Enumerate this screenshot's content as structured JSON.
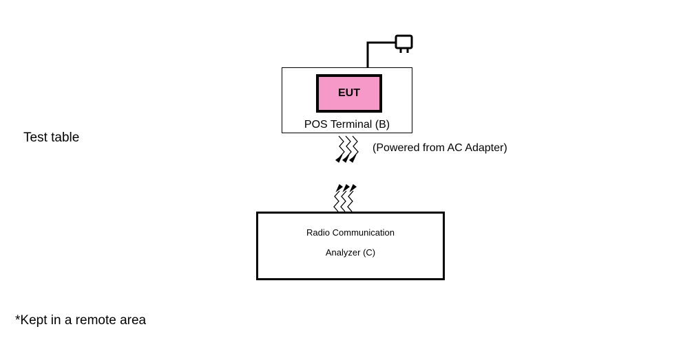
{
  "top_panel": {
    "label": "Test table"
  },
  "eut": {
    "label": "EUT",
    "fill": "#f799c8"
  },
  "pos_terminal": {
    "label": "POS Terminal (B)"
  },
  "power_note": "(Powered from AC Adapter)",
  "analyzer": {
    "line1": "Radio Communication",
    "line2": "Analyzer (C)"
  },
  "bottom_panel": {
    "label": "*Kept in a remote area"
  },
  "icons": {
    "plug": "ac-plug-icon",
    "radio_waves": "radio-wave-icon"
  }
}
